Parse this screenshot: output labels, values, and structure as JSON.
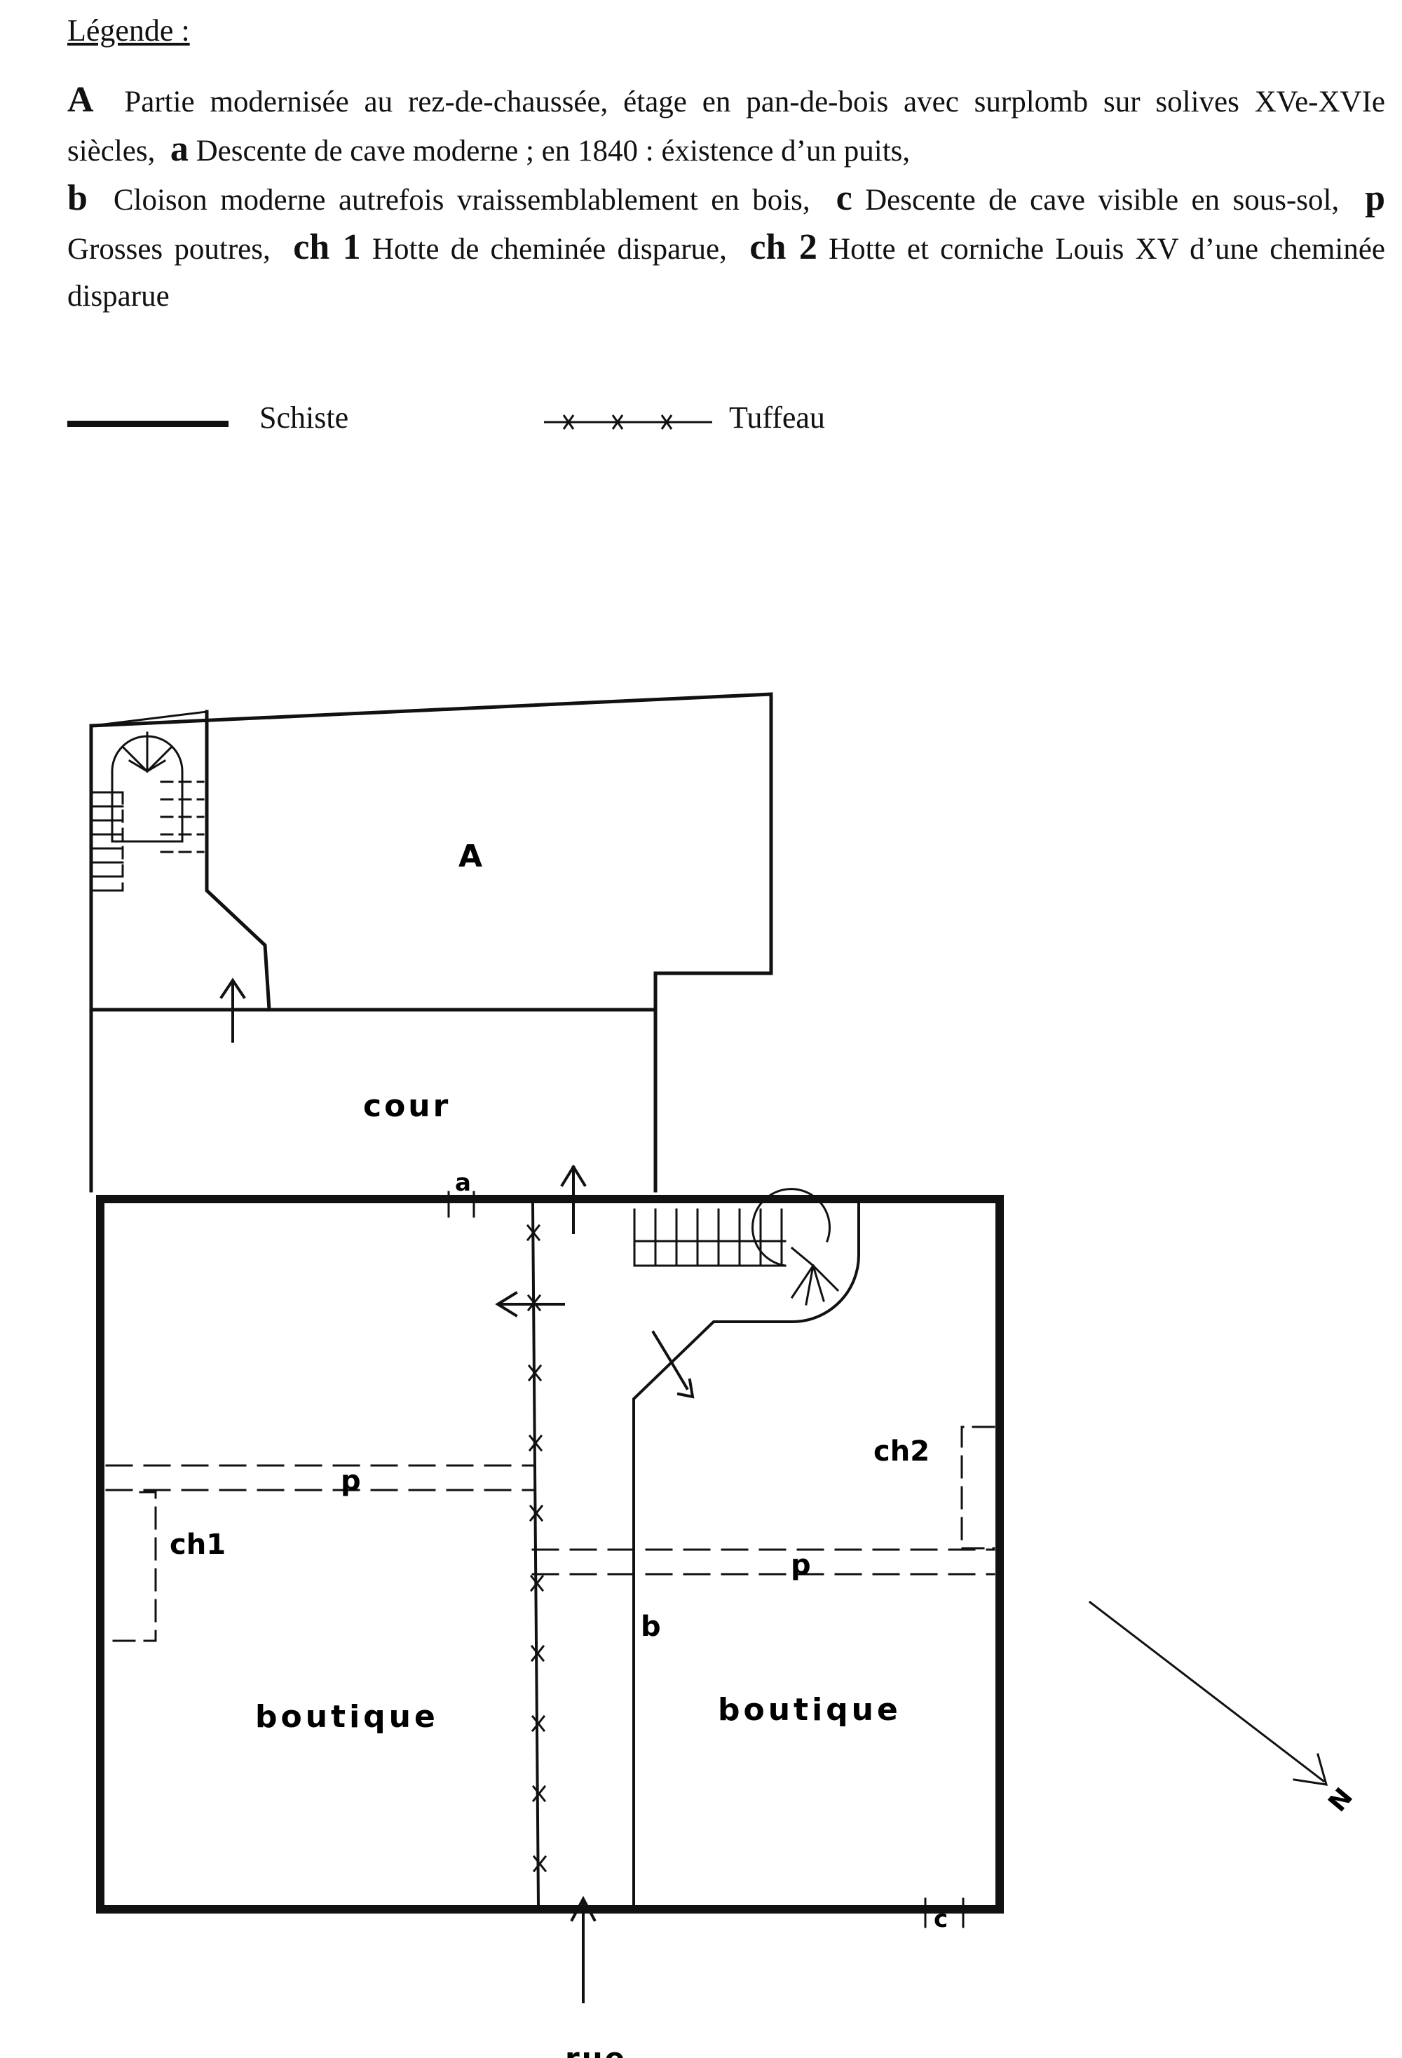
{
  "legend": {
    "title": "Légende :",
    "A_key": "A",
    "A_text": "Partie modernisée au rez-de-chaussée, étage en pan-de-bois avec surplomb sur solives XVe-XVIe siècles,",
    "a_key": "a",
    "a_text": "Descente de cave moderne ; en 1840 : éxistence d’un puits,",
    "b_key": "b",
    "b_text": "Cloison moderne autrefois vraissemblablement en bois,",
    "c_key": "c",
    "c_text": "Descente de cave visible en sous-sol,",
    "p_key": "p",
    "p_text": "Grosses poutres,",
    "ch1_key": "ch 1",
    "ch1_text": "Hotte de cheminée disparue,",
    "ch2_key": "ch 2",
    "ch2_text": "Hotte et corniche Louis XV d’une cheminée disparue"
  },
  "key": {
    "schiste": "Schiste",
    "tuffeau": "Tuffeau"
  },
  "plan": {
    "room_A": "A",
    "cour": "cour",
    "boutique_left": "boutique",
    "boutique_right": "boutique",
    "rue": "rue",
    "mark_a": "a",
    "mark_b": "b",
    "mark_c": "c",
    "mark_p_left": "p",
    "mark_p_right": "p",
    "mark_ch1": "ch1",
    "mark_ch2": "ch2",
    "north": "N"
  }
}
